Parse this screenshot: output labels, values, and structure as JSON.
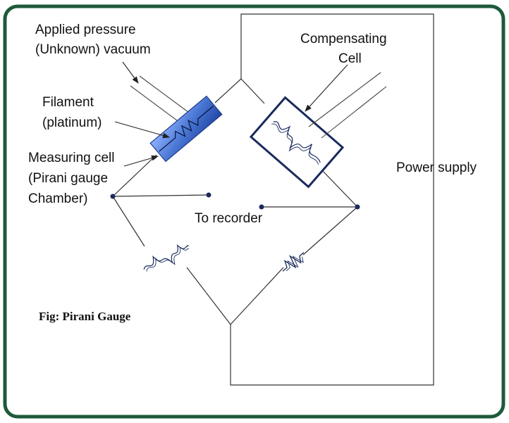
{
  "figure": {
    "caption": "Fig: Pirani Gauge",
    "border_color": "#1d5a3a",
    "labels": {
      "applied_pressure_line1": "Applied pressure",
      "applied_pressure_line2": "(Unknown) vacuum",
      "filament_line1": "Filament",
      "filament_line2": "(platinum)",
      "measuring_cell_line1": "Measuring cell",
      "measuring_cell_line2": "(Pirani gauge",
      "measuring_cell_line3": "Chamber)",
      "compensating_line1": "Compensating",
      "compensating_line2": "Cell",
      "power_supply": "Power supply",
      "to_recorder": "To recorder"
    },
    "colors": {
      "measuring_cell_fill": "#4a78d4",
      "compensating_cell_stroke": "#1a2a5c",
      "wire": "#333333",
      "resistor": "#1a2a5c"
    }
  }
}
